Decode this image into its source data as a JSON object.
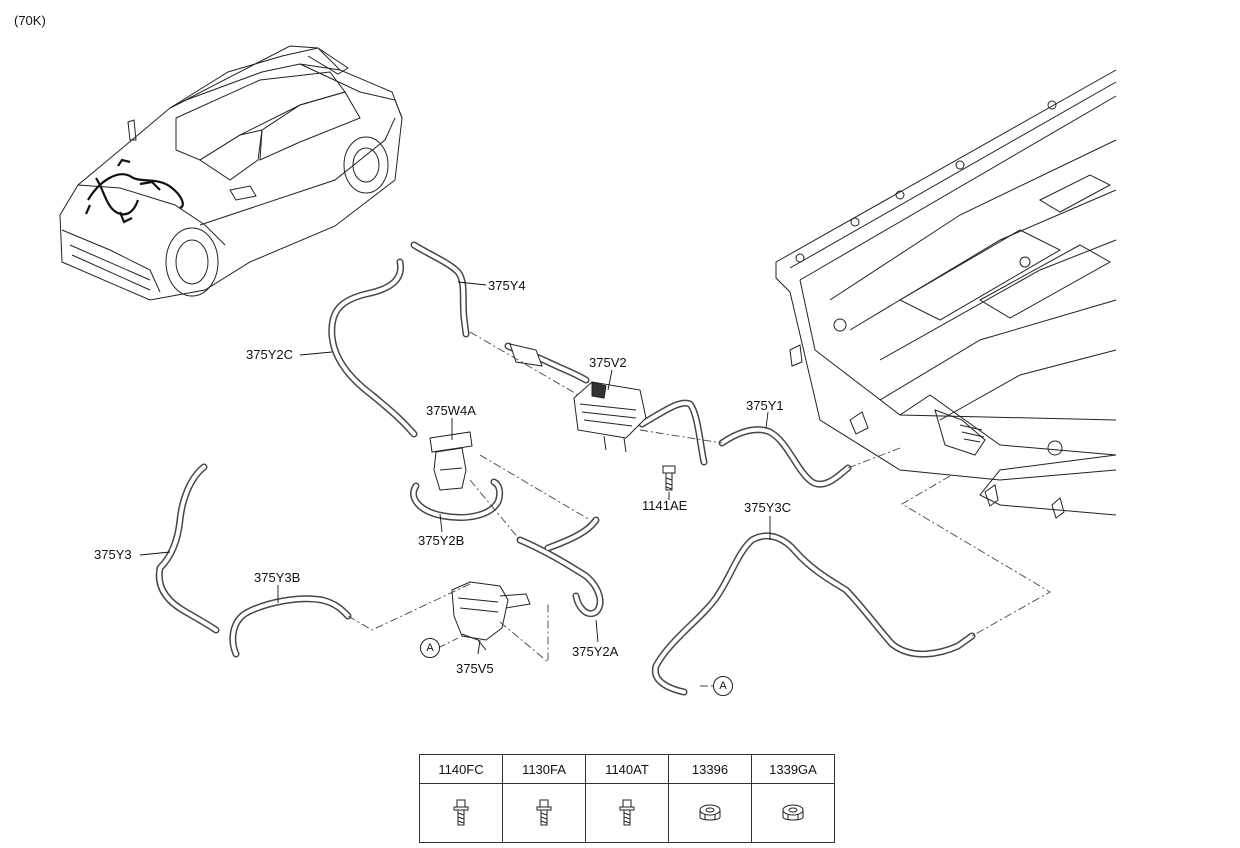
{
  "header": {
    "variant_code": "(70K)"
  },
  "labels": {
    "y4": "375Y4",
    "y2c": "375Y2C",
    "v2": "375V2",
    "w4a": "375W4A",
    "y1": "375Y1",
    "ae1141": "1141AE",
    "y3c": "375Y3C",
    "y2b": "375Y2B",
    "y3": "375Y3",
    "y3b": "375Y3B",
    "v5": "375V5",
    "y2a": "375Y2A"
  },
  "connector_refs": {
    "left": "A",
    "right": "A"
  },
  "hardware_table": {
    "columns": [
      {
        "code": "1140FC",
        "icon": "flange-bolt-icon"
      },
      {
        "code": "1130FA",
        "icon": "flange-bolt-icon"
      },
      {
        "code": "1140AT",
        "icon": "flange-bolt-icon"
      },
      {
        "code": "13396",
        "icon": "nut-icon"
      },
      {
        "code": "1339GA",
        "icon": "nut-icon"
      }
    ]
  }
}
